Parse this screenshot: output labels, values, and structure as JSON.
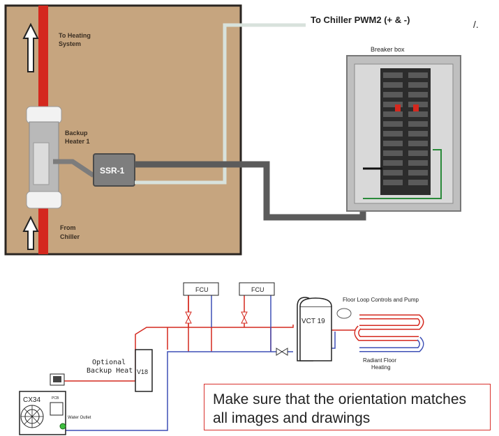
{
  "top_photo": {
    "to_heating_line1": "To Heating",
    "to_heating_line2": "System",
    "backup_heater_line1": "Backup",
    "backup_heater_line2": "Heater 1",
    "from_chiller_line1": "From",
    "from_chiller_line2": "Chiller",
    "ssr": "SSR-1",
    "to_chiller": "To Chiller PWM2 (+ & -)",
    "breaker_box": "Breaker box",
    "stray_mark": "/."
  },
  "schematic": {
    "fcu_left": "FCU",
    "fcu_right": "FCU",
    "vct": "VCT 19",
    "floor_loop": "Floor Loop Controls and Pump",
    "radiant_line1": "Radiant Floor",
    "radiant_line2": "Heating",
    "optional_line1": "Optional",
    "optional_line2": "Backup Heat",
    "v18": "V18",
    "cx34": "CX34",
    "pcb": "PCB",
    "water_outlet": "Water Outlet"
  },
  "note": {
    "text": "Make sure that the orientation matches all images and drawings"
  },
  "colors": {
    "board": "#c6a57f",
    "hot_pipe": "#d4281e",
    "return_pipe": "#3d4fb5",
    "note_border": "#d9302c"
  }
}
